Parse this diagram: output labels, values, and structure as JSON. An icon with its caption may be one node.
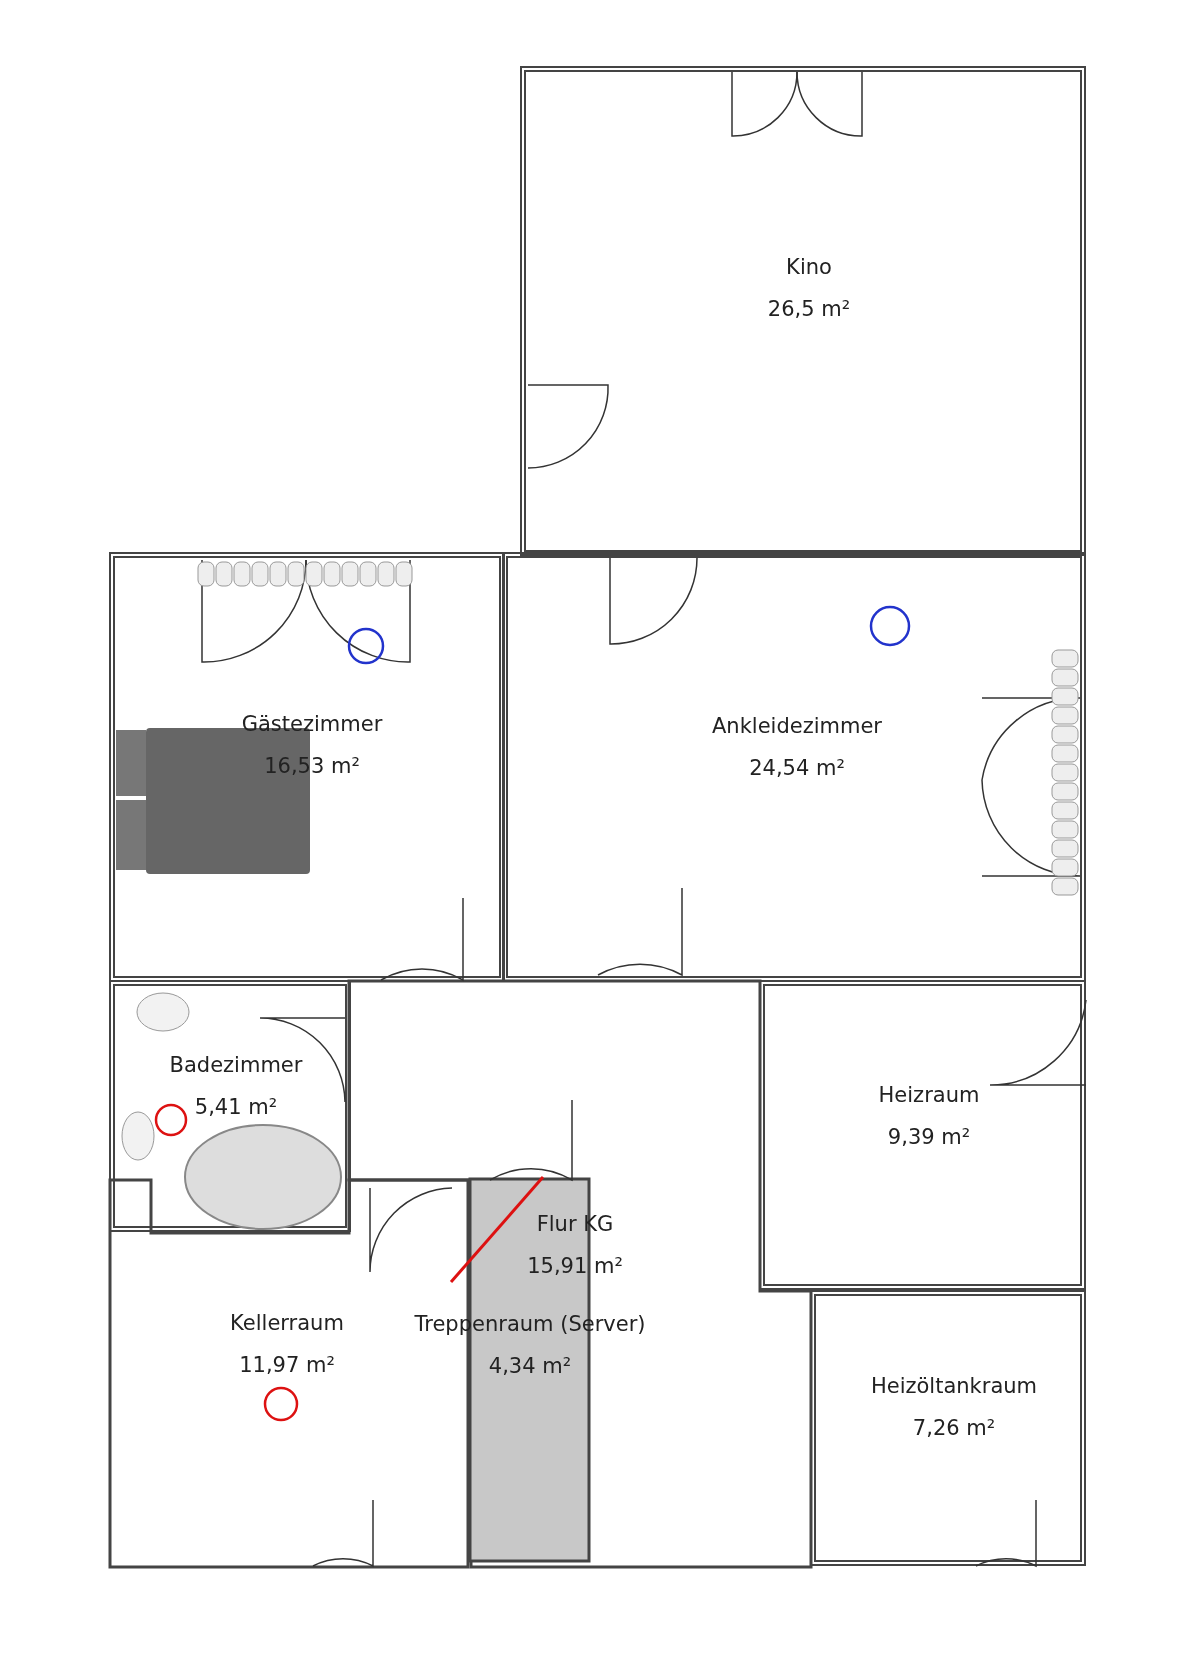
{
  "diagram": {
    "nodes": [
      {
        "text": [
          "Kino",
          "26,5 m²"
        ]
      },
      {
        "text": [
          "Gästezimmer",
          "16,53 m²"
        ]
      },
      {
        "text": [
          "Ankleidezimmer",
          "24,54 m²"
        ]
      },
      {
        "text": [
          "Badezimmer",
          "5,41 m²"
        ]
      },
      {
        "text": [
          "Heizraum",
          "9,39 m²"
        ]
      },
      {
        "text": [
          "Flur KG",
          "15,91 m²"
        ]
      },
      {
        "text": [
          "Kellerraum",
          "11,97 m²"
        ]
      },
      {
        "text": [
          "Treppenraum (Server)",
          "4,34 m²"
        ],
        "in": 5
      },
      {
        "text": [
          "Heizöltankraum",
          "7,26 m²"
        ]
      }
    ],
    "edges": []
  }
}
